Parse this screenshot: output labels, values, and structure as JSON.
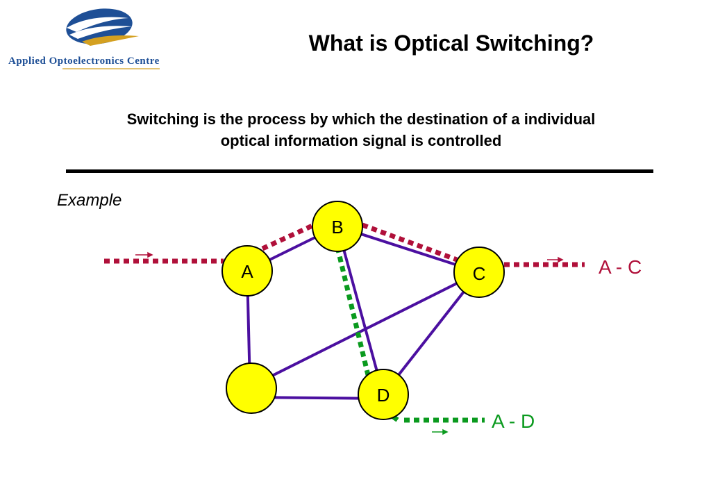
{
  "logo": {
    "text": "Applied Optoelectronics Centre"
  },
  "title": "What is Optical Switching?",
  "definition": {
    "line1": "Switching is the process by which the destination of a individual",
    "line2": "optical information signal is controlled"
  },
  "example_label": "Example",
  "diagram": {
    "nodes": [
      {
        "id": "A",
        "label": "A"
      },
      {
        "id": "B",
        "label": "B"
      },
      {
        "id": "C",
        "label": "C"
      },
      {
        "id": "E",
        "label": ""
      },
      {
        "id": "D",
        "label": "D"
      }
    ],
    "links": [
      {
        "from": "A",
        "to": "B"
      },
      {
        "from": "A",
        "to": "E"
      },
      {
        "from": "B",
        "to": "C"
      },
      {
        "from": "B",
        "to": "D"
      },
      {
        "from": "C",
        "to": "E"
      },
      {
        "from": "C",
        "to": "D"
      },
      {
        "from": "E",
        "to": "D"
      }
    ],
    "routes": [
      {
        "label": "A - C",
        "color": "#b0103a",
        "path": [
          "input",
          "A",
          "B",
          "C",
          "output"
        ]
      },
      {
        "label": "A - D",
        "color": "#0a9a1e",
        "path": [
          "B",
          "D",
          "output"
        ]
      }
    ],
    "node_fill": "#ffff00",
    "link_color": "#4b0fa0"
  }
}
